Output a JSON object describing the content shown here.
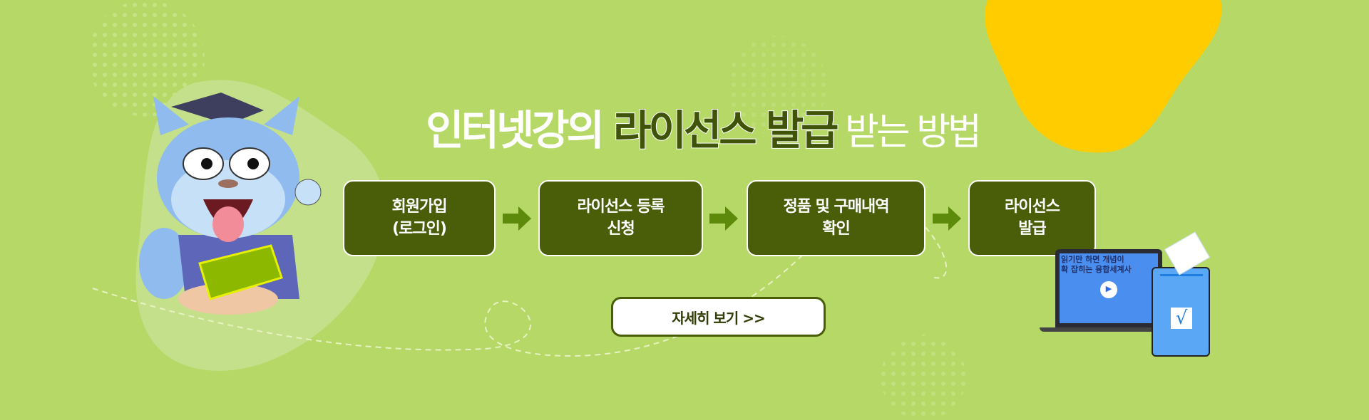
{
  "title": {
    "part1": "인터넷강의 ",
    "highlight": "라이선스 발급",
    "part2": " 받는 방법"
  },
  "steps": [
    {
      "label": "회원가입\n(로그인)"
    },
    {
      "label": "라이선스 등록\n신청"
    },
    {
      "label": "정품 및 구매내역\n확인"
    },
    {
      "label": "라이선스\n발급"
    }
  ],
  "more_button": {
    "label": "자세히 보기  >>"
  },
  "laptop_screen": {
    "line1": "읽기만 하면 개념이",
    "line2": "확 잡히는 융합세계사"
  },
  "colors": {
    "background": "#b5d866",
    "step": "#4a5e0a",
    "accent_yellow": "#ffcc00",
    "ballot": "#5aa7f5"
  }
}
